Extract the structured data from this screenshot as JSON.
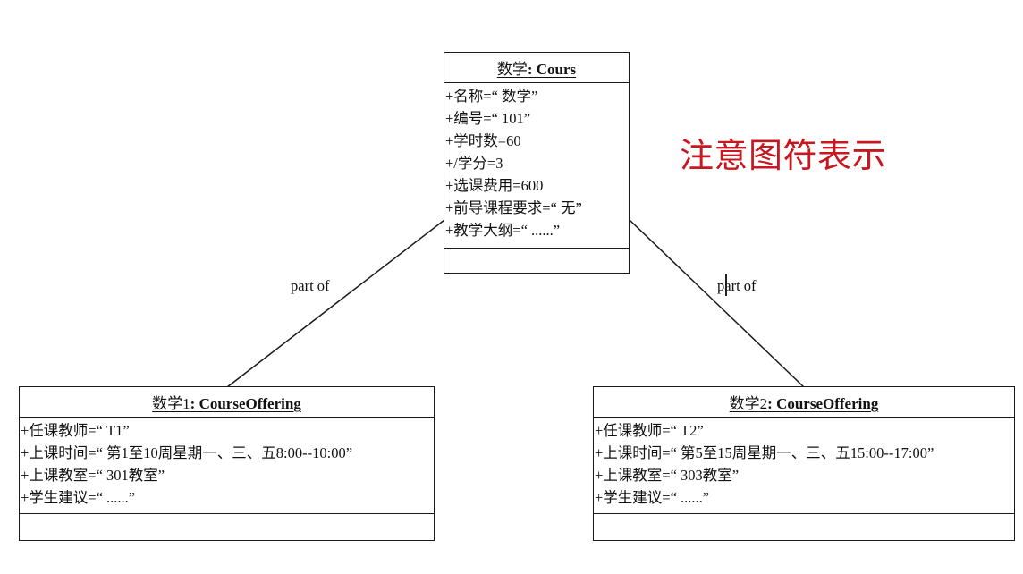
{
  "course_object": {
    "name": "数学",
    "class": ": Cours",
    "attributes": [
      "+名称=“ 数学”",
      "+编号=“ 101”",
      "+学时数=60",
      "+/学分=3",
      "+选课费用=600",
      "+前导课程要求=“ 无”",
      "+教学大纲=“ ......”"
    ]
  },
  "offering_1": {
    "name": "数学1",
    "class": ": CourseOffering",
    "attributes": [
      "+任课教师=“ T1”",
      "+上课时间=“ 第1至10周星期一、三、五8:00--10:00”",
      "+上课教室=“ 301教室”",
      "+学生建议=“ ......”"
    ]
  },
  "offering_2": {
    "name": "数学2",
    "class": ": CourseOffering",
    "attributes": [
      "+任课教师=“ T2”",
      "+上课时间=“ 第5至15周星期一、三、五15:00--17:00”",
      "+上课教室=“ 303教室”",
      "+学生建议=“ ......”"
    ]
  },
  "links": {
    "left_label": "part of",
    "right_label": "part of"
  },
  "note": {
    "text": "注意图符表示",
    "color": "#c8171e"
  }
}
